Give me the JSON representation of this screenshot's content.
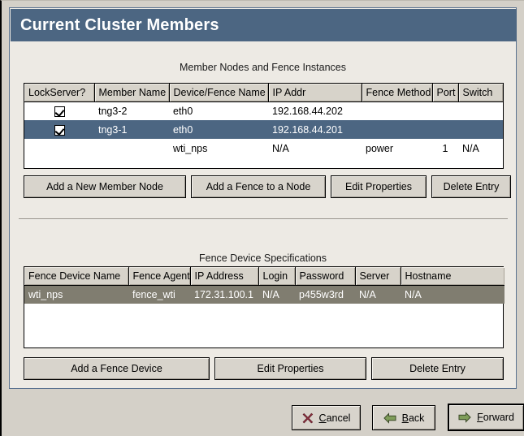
{
  "window": {
    "title": "Current Cluster Members",
    "title_bar_color": "#4c6682",
    "panel_color": "#edeae4",
    "dialog_color": "#d4d0c8"
  },
  "members_section": {
    "caption": "Member Nodes and Fence Instances",
    "columns": [
      "LockServer?",
      "Member Name",
      "Device/Fence Name",
      "IP Addr",
      "Fence Method",
      "Port",
      "Switch"
    ],
    "rows": [
      {
        "lockserver": true,
        "member_name": "tng3-2",
        "device_fence_name": "eth0",
        "ip_addr": "192.168.44.202",
        "fence_method": "",
        "port": "",
        "switch": "",
        "selected": false
      },
      {
        "lockserver": true,
        "member_name": "tng3-1",
        "device_fence_name": "eth0",
        "ip_addr": "192.168.44.201",
        "fence_method": "",
        "port": "",
        "switch": "",
        "selected": true
      },
      {
        "lockserver": false,
        "member_name": "",
        "device_fence_name": "wti_nps",
        "ip_addr": "N/A",
        "fence_method": "power",
        "port": "1",
        "switch": "N/A",
        "selected": false
      }
    ],
    "buttons": [
      {
        "label": "Add a New Member Node"
      },
      {
        "label": "Add a Fence to a Node"
      },
      {
        "label": "Edit Properties"
      },
      {
        "label": "Delete Entry"
      }
    ],
    "selection_color": "#4c6682"
  },
  "fence_section": {
    "caption": "Fence Device Specifications",
    "columns": [
      "Fence Device Name",
      "Fence Agent",
      "IP Address",
      "Login",
      "Password",
      "Server",
      "Hostname"
    ],
    "rows": [
      {
        "fence_device_name": "wti_nps",
        "fence_agent": "fence_wti",
        "ip_address": "172.31.100.1",
        "login": "N/A",
        "password": "p455w3rd",
        "server": "N/A",
        "hostname": "N/A",
        "selected": true
      }
    ],
    "buttons": [
      {
        "label": "Add a Fence Device"
      },
      {
        "label": "Edit Properties"
      },
      {
        "label": "Delete Entry"
      }
    ],
    "selection_color": "#807d70"
  },
  "navigation": {
    "cancel": {
      "pre": "",
      "mnemonic": "C",
      "post": "ancel",
      "icon": "x-mark-icon",
      "icon_color": "#8c2f3f"
    },
    "back": {
      "pre": "",
      "mnemonic": "B",
      "post": "ack",
      "icon": "arrow-left-icon",
      "icon_color": "#7f9d5a"
    },
    "forward": {
      "pre": "",
      "mnemonic": "F",
      "post": "orward",
      "icon": "arrow-right-icon",
      "icon_color": "#7f9d5a",
      "is_default": true
    }
  }
}
